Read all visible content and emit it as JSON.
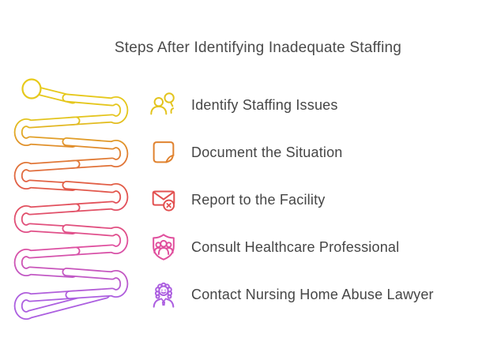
{
  "title": "Steps After Identifying Inadequate Staffing",
  "items": [
    {
      "label": "Identify Staffing Issues",
      "icon": "person-search-icon",
      "color": "#E3C41E"
    },
    {
      "label": "Document the Situation",
      "icon": "document-note-icon",
      "color": "#E0822F"
    },
    {
      "label": "Report to the Facility",
      "icon": "email-report-icon",
      "color": "#E25050"
    },
    {
      "label": "Consult Healthcare Professional",
      "icon": "healthcare-team-shield-icon",
      "color": "#E04F9D"
    },
    {
      "label": "Contact Nursing Home Abuse Lawyer",
      "icon": "lawyer-icon",
      "color": "#AC5FE0"
    }
  ],
  "spiral": {
    "colors": {
      "yellow_bright": "#E8CB1A",
      "yellow": "#E3C41E",
      "orange": "#E0822F",
      "red": "#E25050",
      "pink": "#E04F9D",
      "purple": "#AC5FE0"
    }
  },
  "text_color": "#464646"
}
